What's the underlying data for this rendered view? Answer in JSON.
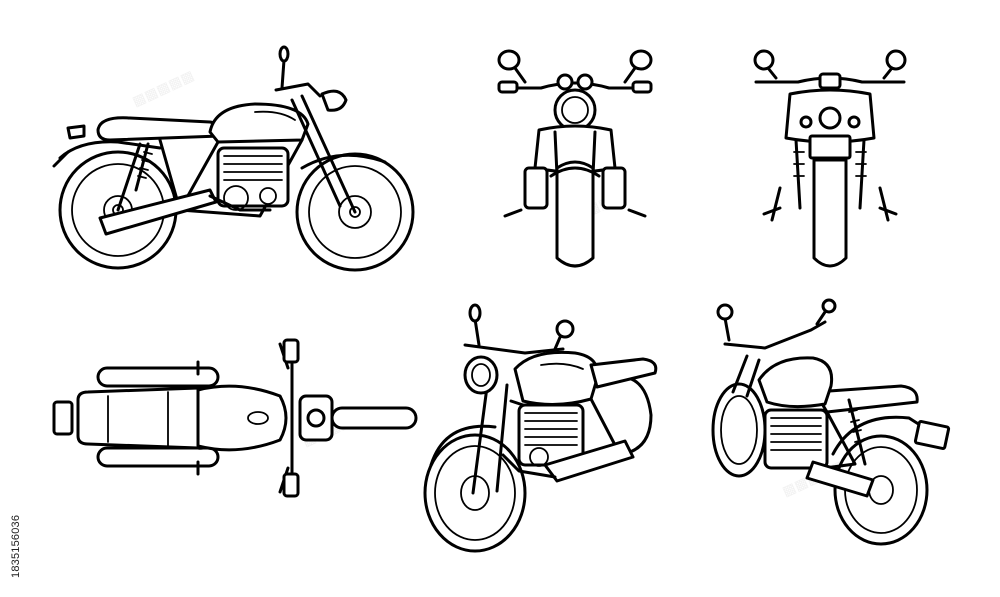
{
  "stock_id": "1835156036",
  "colors": {
    "line": "#000000",
    "background": "#ffffff"
  },
  "views": [
    {
      "name": "side-view"
    },
    {
      "name": "front-view"
    },
    {
      "name": "rear-view"
    },
    {
      "name": "top-view"
    },
    {
      "name": "front-three-quarter-view"
    },
    {
      "name": "rear-three-quarter-view"
    }
  ]
}
